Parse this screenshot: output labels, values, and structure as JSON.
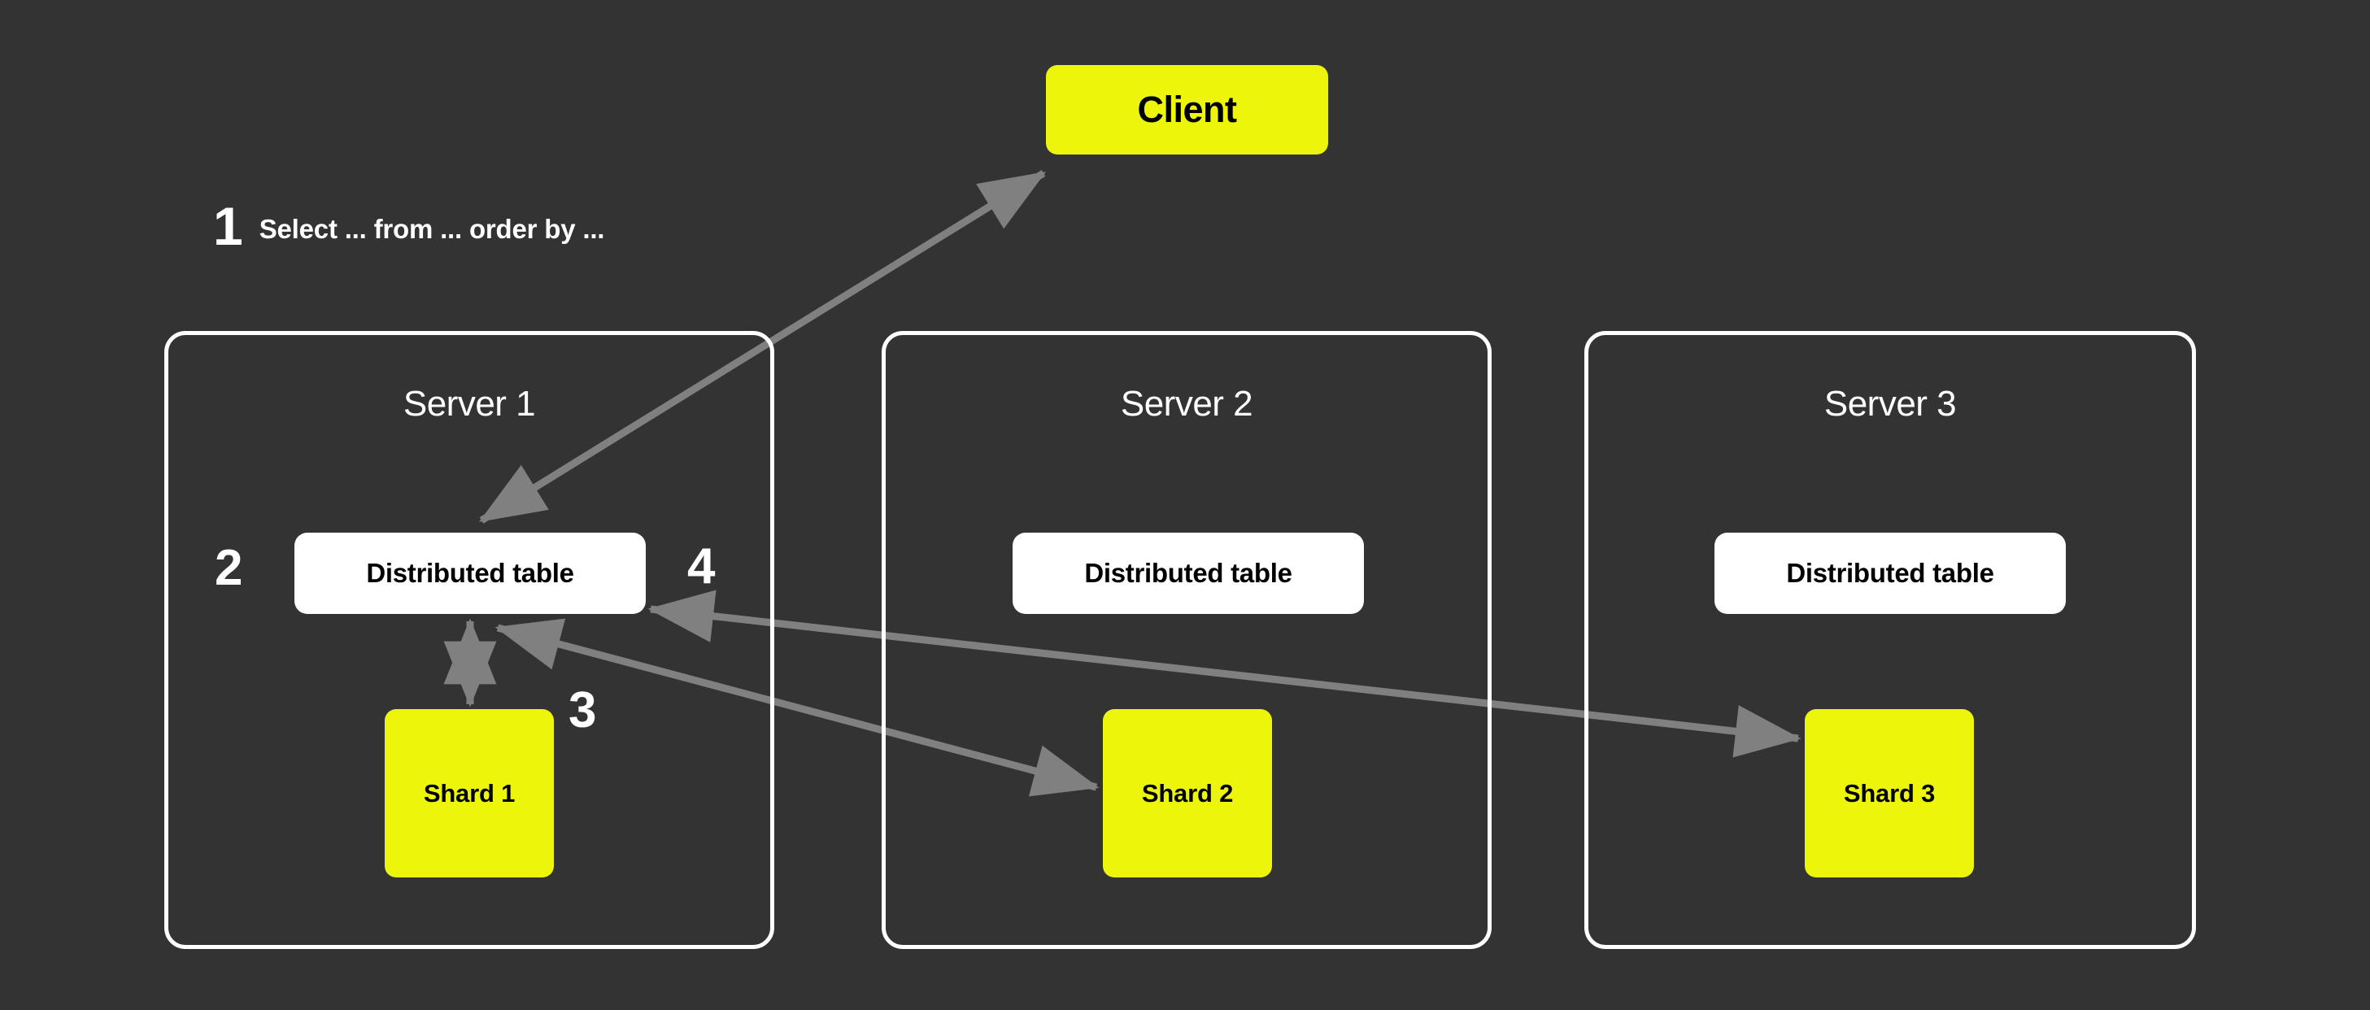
{
  "diagram": {
    "title": "Distributed table query flow",
    "background_color": "#333333",
    "accent_color": "#EDF50A",
    "node_white": "#FFFFFF",
    "arrow_color": "#808080"
  },
  "client": {
    "label": "Client"
  },
  "steps": {
    "one": {
      "number": "1",
      "text": "Select ... from ... order by ..."
    },
    "two": {
      "number": "2"
    },
    "three": {
      "number": "3"
    },
    "four": {
      "number": "4"
    }
  },
  "servers": [
    {
      "title": "Server 1",
      "distributed_table": "Distributed table",
      "shard": "Shard 1"
    },
    {
      "title": "Server 2",
      "distributed_table": "Distributed table",
      "shard": "Shard 2"
    },
    {
      "title": "Server 3",
      "distributed_table": "Distributed table",
      "shard": "Shard 3"
    }
  ],
  "edges": [
    {
      "name": "client-to-distributed-table-1",
      "from": "Client",
      "to": "Distributed table (Server 1)",
      "style": "double-headed",
      "step": "1"
    },
    {
      "name": "distributed-table-1-to-shard-1",
      "from": "Distributed table (Server 1)",
      "to": "Shard 1",
      "style": "double-headed",
      "step": "2"
    },
    {
      "name": "distributed-table-1-to-shard-2",
      "from": "Distributed table (Server 1)",
      "to": "Shard 2",
      "style": "double-headed",
      "step": "3"
    },
    {
      "name": "distributed-table-1-to-shard-3",
      "from": "Distributed table (Server 1)",
      "to": "Shard 3",
      "style": "double-headed",
      "step": "4"
    }
  ]
}
